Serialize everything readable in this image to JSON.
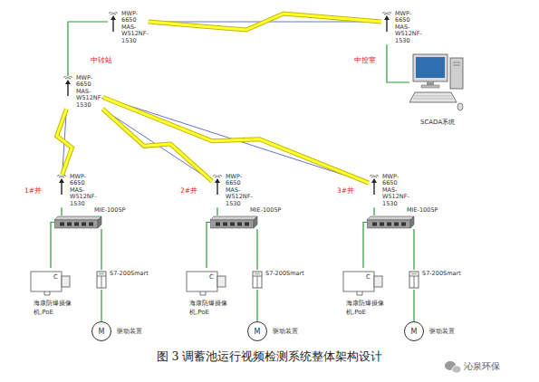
{
  "diagram": {
    "caption": "图 3 调蓄池运行视频检测系统整体架构设计",
    "nodes": [
      {
        "text": [
          "MWP-6650 MAS-W512NF-1530"
        ]
      },
      {
        "text": [
          "MWP-6650 MAS-W512NF-1530"
        ]
      },
      {
        "text": [
          "SCADA系统"
        ]
      },
      {
        "text": [
          "MWP-6650 MAS-W512NF-1530"
        ]
      },
      {
        "text": [
          "MWP-6650 MAS-W512NF-1530"
        ]
      },
      {
        "text": [
          "MIE-1005P"
        ]
      },
      {
        "text": [
          "C",
          "海康防爆摄像机,PoE"
        ]
      },
      {
        "text": [
          "S7-200Smart"
        ]
      },
      {
        "text": [
          "M",
          "驱动装置"
        ]
      },
      {
        "text": [
          "MWP-6650 MAS-W512NF-1530"
        ]
      },
      {
        "text": [
          "MIE-1005P"
        ]
      },
      {
        "text": [
          "C",
          "海康防爆摄像机,PoE"
        ]
      },
      {
        "text": [
          "S7-200Smart"
        ]
      },
      {
        "text": [
          "M",
          "驱动装置"
        ]
      },
      {
        "text": [
          "MWP-6650 MAS-W512NF-1530"
        ]
      },
      {
        "text": [
          "MIE-1005P"
        ]
      },
      {
        "text": [
          "C",
          "海康防爆摄像机,PoE"
        ]
      },
      {
        "text": [
          "S7-200Smart"
        ]
      },
      {
        "text": [
          "M",
          "驱动装置"
        ]
      }
    ],
    "edges": [
      {
        "from": 0,
        "to": 1,
        "arrow": "none"
      },
      {
        "from": 0,
        "to": 3,
        "arrow": "none"
      },
      {
        "from": 1,
        "to": 2,
        "arrow": "none"
      },
      {
        "from": 3,
        "to": 4,
        "arrow": "none"
      },
      {
        "from": 3,
        "to": 9,
        "arrow": "none"
      },
      {
        "from": 3,
        "to": 14,
        "arrow": "none"
      },
      {
        "from": 4,
        "to": 5,
        "arrow": "none"
      },
      {
        "from": 5,
        "to": 6,
        "arrow": "none"
      },
      {
        "from": 5,
        "to": 7,
        "arrow": "none"
      },
      {
        "from": 7,
        "to": 8,
        "arrow": "none"
      },
      {
        "from": 9,
        "to": 10,
        "arrow": "none"
      },
      {
        "from": 10,
        "to": 11,
        "arrow": "none"
      },
      {
        "from": 10,
        "to": 12,
        "arrow": "none"
      },
      {
        "from": 12,
        "to": 13,
        "arrow": "none"
      },
      {
        "from": 14,
        "to": 15,
        "arrow": "none"
      },
      {
        "from": 15,
        "to": 16,
        "arrow": "none"
      },
      {
        "from": 15,
        "to": 17,
        "arrow": "none"
      },
      {
        "from": 17,
        "to": 18,
        "arrow": "none"
      }
    ],
    "labels": [
      "中转站",
      "中控室",
      "1#井",
      "2#井",
      "3#井",
      "沁泉环保"
    ]
  }
}
